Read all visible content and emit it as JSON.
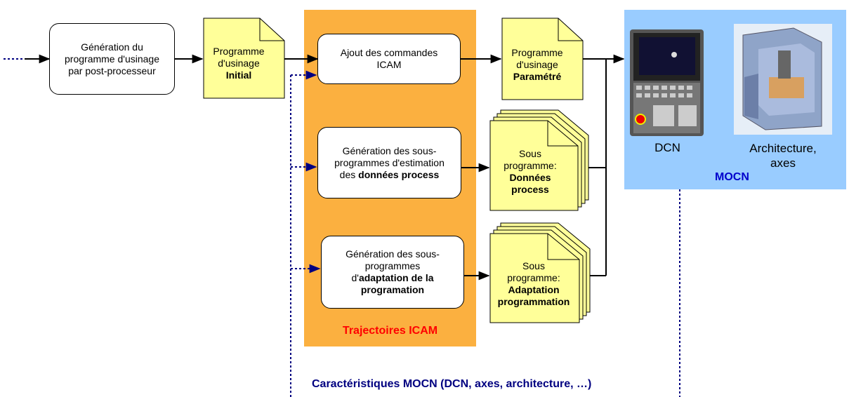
{
  "process": {
    "generation_pp": {
      "l1": "Génération du",
      "l2": "programme d'usinage",
      "l3": "par post-processeur"
    },
    "ajout_icam": {
      "l1": "Ajout des commandes",
      "l2": "ICAM"
    },
    "gen_donnees": {
      "l1": "Génération des sous-",
      "l2": "programmes d'estimation",
      "l3_pre": "des ",
      "l3_bold": "données process"
    },
    "gen_adaptation": {
      "l1": "Génération des sous-",
      "l2": "programmes",
      "l3_pre": "d'",
      "l3_bold": "adaptation de la",
      "l4_bold": "programation"
    }
  },
  "documents": {
    "prog_initial": {
      "l1": "Programme",
      "l2": "d'usinage",
      "l3": "Initial"
    },
    "prog_parametre": {
      "l1": "Programme",
      "l2": "d'usinage",
      "l3": "Paramétré"
    },
    "sous_donnees": {
      "l1": "Sous",
      "l2": "programme:",
      "l3": "Données",
      "l4": "process"
    },
    "sous_adaptation": {
      "l1": "Sous",
      "l2": "programme:",
      "l3": "Adaptation",
      "l4": "programmation"
    }
  },
  "regions": {
    "icam": "Trajectoires ICAM",
    "mocn": "MOCN",
    "caracteristiques": "Caractéristiques MOCN (DCN, axes, architecture, …)"
  },
  "machine": {
    "dcn_label": "DCN",
    "archi_l1": "Architecture,",
    "archi_l2": "axes"
  },
  "colors": {
    "icam_bg": "#fbb040",
    "mocn_bg": "#99ccff",
    "doc_fill": "#ffff99",
    "red": "#ff0000",
    "blue": "#0000cc",
    "dotted": "#000080"
  }
}
